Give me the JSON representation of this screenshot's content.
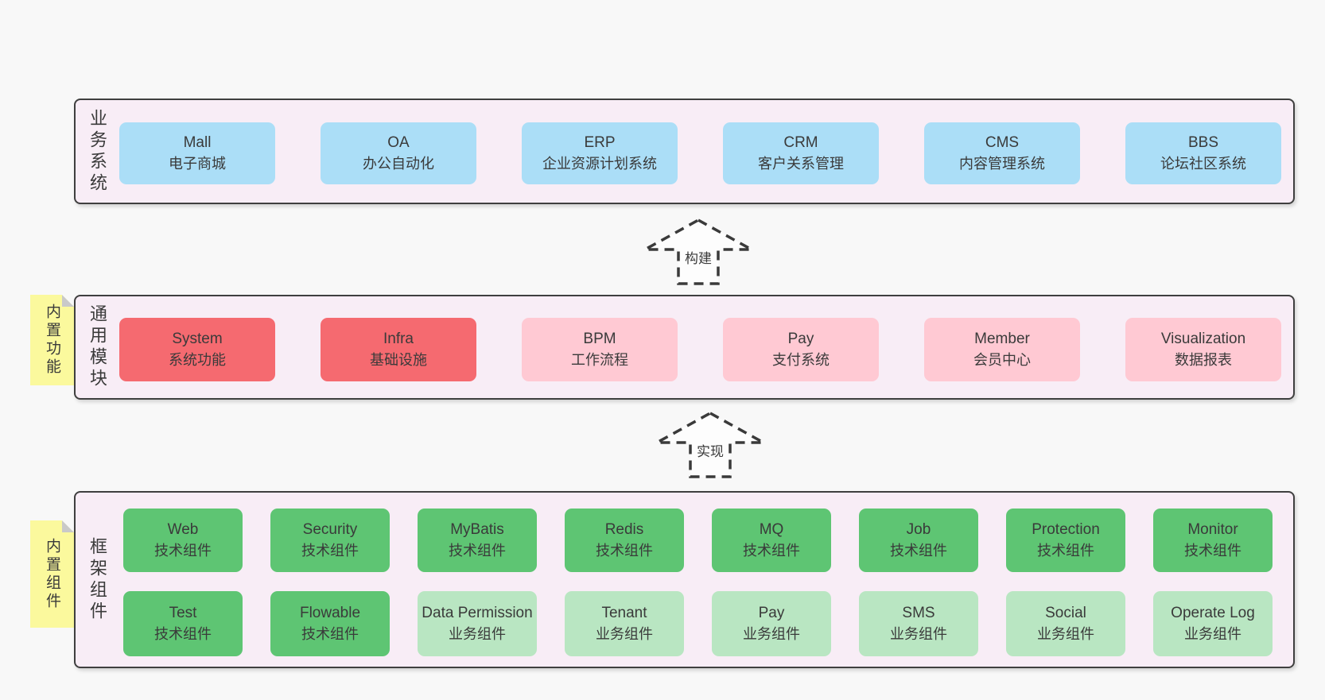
{
  "colors": {
    "page_bg": "#f8f8f8",
    "band_bg": "#f8edf6",
    "band_border": "#3f3f3f",
    "blue_box": "#abdef7",
    "red_box": "#f56a70",
    "pink_box": "#ffc9d3",
    "green_box": "#5ec573",
    "light_green_box": "#b9e6c2",
    "sticky_yellow": "#fbf99d",
    "fold_gray": "#c9c9c9",
    "text": "#3a3a3a"
  },
  "arrows": [
    {
      "label": "构建"
    },
    {
      "label": "实现"
    }
  ],
  "bands": [
    {
      "label": "业务系统",
      "boxes": [
        {
          "title": "Mall",
          "subtitle": "电子商城",
          "type": "blue"
        },
        {
          "title": "OA",
          "subtitle": "办公自动化",
          "type": "blue"
        },
        {
          "title": "ERP",
          "subtitle": "企业资源计划系统",
          "type": "blue"
        },
        {
          "title": "CRM",
          "subtitle": "客户关系管理",
          "type": "blue"
        },
        {
          "title": "CMS",
          "subtitle": "内容管理系统",
          "type": "blue"
        },
        {
          "title": "BBS",
          "subtitle": "论坛社区系统",
          "type": "blue"
        }
      ]
    },
    {
      "label": "通用模块",
      "sticky": "内置功能",
      "boxes": [
        {
          "title": "System",
          "subtitle": "系统功能",
          "type": "red"
        },
        {
          "title": "Infra",
          "subtitle": "基础设施",
          "type": "red"
        },
        {
          "title": "BPM",
          "subtitle": "工作流程",
          "type": "pink"
        },
        {
          "title": "Pay",
          "subtitle": "支付系统",
          "type": "pink"
        },
        {
          "title": "Member",
          "subtitle": "会员中心",
          "type": "pink"
        },
        {
          "title": "Visualization",
          "subtitle": "数据报表",
          "type": "pink"
        }
      ]
    },
    {
      "label": "框架组件",
      "sticky": "内置组件",
      "rows": [
        [
          {
            "title": "Web",
            "subtitle": "技术组件",
            "type": "green"
          },
          {
            "title": "Security",
            "subtitle": "技术组件",
            "type": "green"
          },
          {
            "title": "MyBatis",
            "subtitle": "技术组件",
            "type": "green"
          },
          {
            "title": "Redis",
            "subtitle": "技术组件",
            "type": "green"
          },
          {
            "title": "MQ",
            "subtitle": "技术组件",
            "type": "green"
          },
          {
            "title": "Job",
            "subtitle": "技术组件",
            "type": "green"
          },
          {
            "title": "Protection",
            "subtitle": "技术组件",
            "type": "green"
          },
          {
            "title": "Monitor",
            "subtitle": "技术组件",
            "type": "green"
          }
        ],
        [
          {
            "title": "Test",
            "subtitle": "技术组件",
            "type": "green"
          },
          {
            "title": "Flowable",
            "subtitle": "技术组件",
            "type": "green"
          },
          {
            "title": "Data Permission",
            "subtitle": "业务组件",
            "type": "green-light"
          },
          {
            "title": "Tenant",
            "subtitle": "业务组件",
            "type": "green-light"
          },
          {
            "title": "Pay",
            "subtitle": "业务组件",
            "type": "green-light"
          },
          {
            "title": "SMS",
            "subtitle": "业务组件",
            "type": "green-light"
          },
          {
            "title": "Social",
            "subtitle": "业务组件",
            "type": "green-light"
          },
          {
            "title": "Operate Log",
            "subtitle": "业务组件",
            "type": "green-light"
          }
        ]
      ]
    }
  ]
}
